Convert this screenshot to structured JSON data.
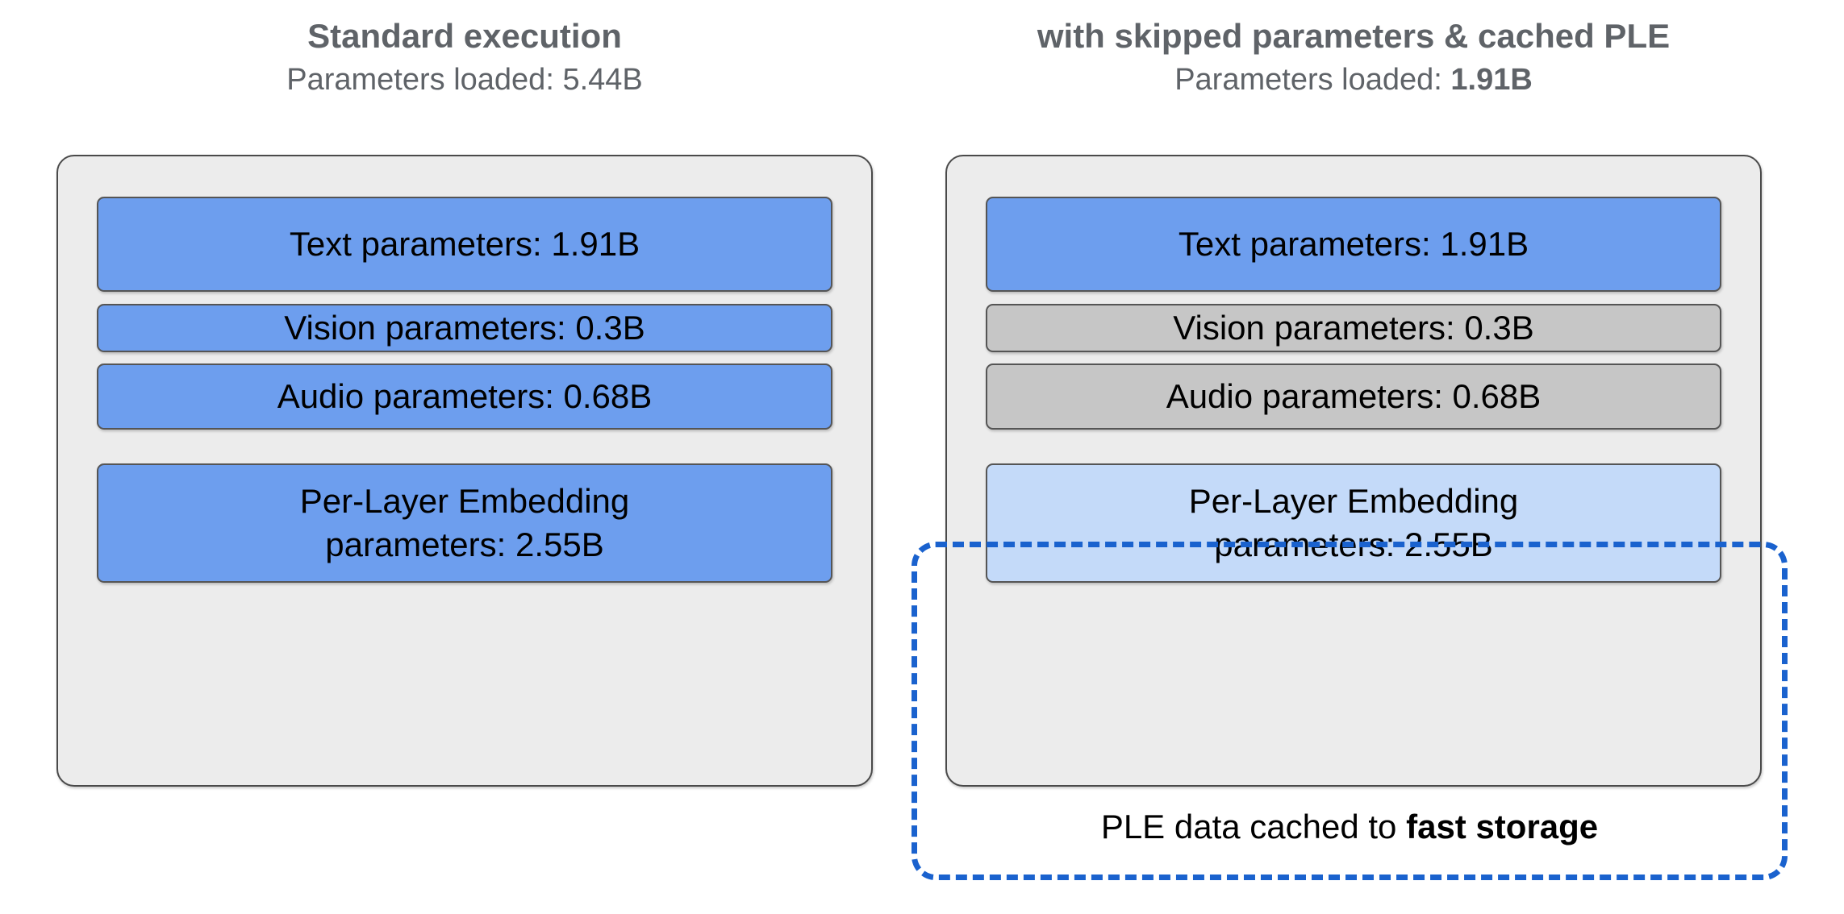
{
  "columns": [
    {
      "title": "Standard execution",
      "subtitle_prefix": "Parameters loaded: ",
      "subtitle_value": "5.44B",
      "subtitle_value_bold": false,
      "blocks": [
        {
          "label": "Text parameters: 1.91B",
          "state": "active",
          "color": "#6d9eee"
        },
        {
          "label": "Vision parameters: 0.3B",
          "state": "active",
          "color": "#6d9eee"
        },
        {
          "label": "Audio parameters: 0.68B",
          "state": "active",
          "color": "#6d9eee"
        },
        {
          "line1": "Per-Layer Embedding",
          "line2": "parameters: 2.55B",
          "state": "active",
          "color": "#6d9eee"
        }
      ]
    },
    {
      "title": "with skipped parameters & cached PLE",
      "subtitle_prefix": "Parameters loaded: ",
      "subtitle_value": "1.91B",
      "subtitle_value_bold": true,
      "blocks": [
        {
          "label": "Text parameters: 1.91B",
          "state": "active",
          "color": "#6d9eee"
        },
        {
          "label": "Vision parameters: 0.3B",
          "state": "skipped",
          "color": "#c6c6c6"
        },
        {
          "label": "Audio parameters: 0.68B",
          "state": "skipped",
          "color": "#c6c6c6"
        },
        {
          "line1": "Per-Layer Embedding",
          "line2": "parameters: 2.55B",
          "state": "cached",
          "color": "#c4daf9"
        }
      ]
    }
  ],
  "cache_region": {
    "caption_prefix": "PLE data cached to ",
    "caption_emphasis": "fast storage",
    "border_color": "#1a62ce",
    "border_style": "dashed"
  },
  "palette": {
    "panel_fill": "#ececec",
    "panel_border": "#4a4a4a",
    "block_border": "#555555",
    "text_color": "#000000",
    "heading_color": "#5f6368",
    "page_background": "#ffffff"
  }
}
